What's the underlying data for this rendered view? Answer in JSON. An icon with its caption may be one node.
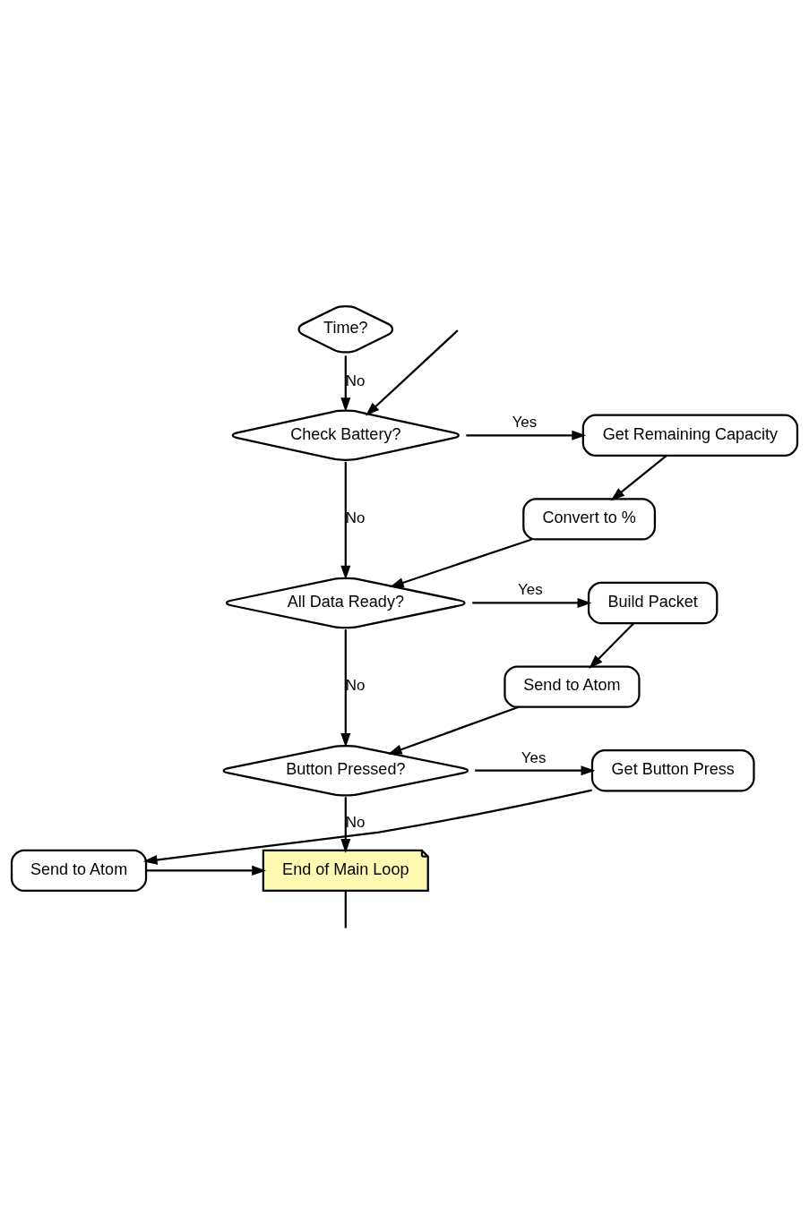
{
  "diagram": {
    "nodes": [
      {
        "text": [
          "Time?"
        ]
      },
      {
        "text": [
          "Check Battery?"
        ]
      },
      {
        "text": [
          "Get Remaining Capacity"
        ]
      },
      {
        "text": [
          "Convert to %"
        ]
      },
      {
        "text": [
          "All Data Ready?"
        ]
      },
      {
        "text": [
          "Build Packet"
        ]
      },
      {
        "text": [
          "Send to Atom"
        ]
      },
      {
        "text": [
          "Button Pressed?"
        ]
      },
      {
        "text": [
          "Get Button Press"
        ]
      },
      {
        "text": [
          "Send to Atom"
        ]
      },
      {
        "text": [
          "End of Main Loop"
        ]
      }
    ],
    "edges": [
      {
        "from": 0,
        "to": 1,
        "arrow": "to",
        "label": "No"
      },
      {
        "from": null,
        "to": 1,
        "arrow": "to"
      },
      {
        "from": 1,
        "to": 2,
        "arrow": "to",
        "label": "Yes"
      },
      {
        "from": 2,
        "to": 3,
        "arrow": "to"
      },
      {
        "from": 3,
        "to": 4,
        "arrow": "to"
      },
      {
        "from": 1,
        "to": 4,
        "arrow": "to",
        "label": "No"
      },
      {
        "from": 4,
        "to": 5,
        "arrow": "to",
        "label": "Yes"
      },
      {
        "from": 5,
        "to": 6,
        "arrow": "to"
      },
      {
        "from": 6,
        "to": 7,
        "arrow": "to"
      },
      {
        "from": 4,
        "to": 7,
        "arrow": "to",
        "label": "No"
      },
      {
        "from": 7,
        "to": 8,
        "arrow": "to",
        "label": "Yes"
      },
      {
        "from": 8,
        "to": 9,
        "arrow": "to"
      },
      {
        "from": 9,
        "to": 10,
        "arrow": "to"
      },
      {
        "from": 7,
        "to": 10,
        "arrow": "to",
        "label": "No"
      },
      {
        "from": 10,
        "to": null,
        "arrow": "none"
      }
    ]
  }
}
